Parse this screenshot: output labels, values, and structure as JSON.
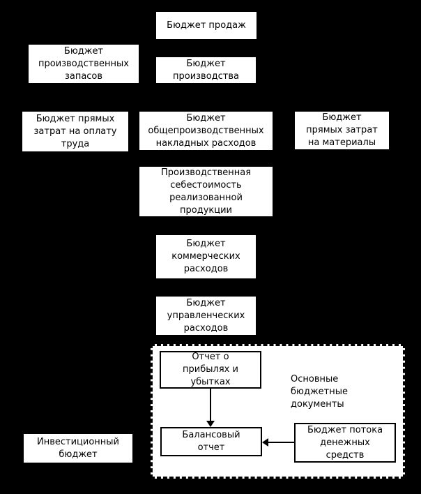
{
  "colors": {
    "background": "#000000",
    "box_background": "#ffffff",
    "text": "#000000",
    "border": "#000000"
  },
  "nodes": {
    "sales_budget": {
      "label": "Бюджет продаж"
    },
    "inventory_budget": {
      "label": "Бюджет\nпроизводственных\nзапасов"
    },
    "production_budget": {
      "label": "Бюджет\nпроизводства"
    },
    "direct_labor_budget": {
      "label": "Бюджет прямых\nзатрат на оплату\nтруда"
    },
    "overhead_budget": {
      "label": "Бюджет\nобщепроизводственных\nнакладных расходов"
    },
    "direct_materials_budget": {
      "label": "Бюджет\nпрямых затрат\nна материалы"
    },
    "production_cost": {
      "label": "Производственная\nсебестоимость\nреализованной\nпродукции"
    },
    "commercial_expenses_budget": {
      "label": "Бюджет\nкоммерческих\nрасходов"
    },
    "administrative_expenses_budget": {
      "label": "Бюджет\nуправленческих\nрасходов"
    },
    "profit_and_loss_report": {
      "label": "Отчет о\nприбылях и\nубытках"
    },
    "balance_report": {
      "label": "Балансовый\nотчет"
    },
    "cash_flow_budget": {
      "label": "Бюджет потока\nденежных\nсредств"
    },
    "investment_budget": {
      "label": "Инвестиционный\nбюджет"
    },
    "main_documents_group_label": {
      "label": "Основные\nбюджетные\nдокументы"
    }
  }
}
